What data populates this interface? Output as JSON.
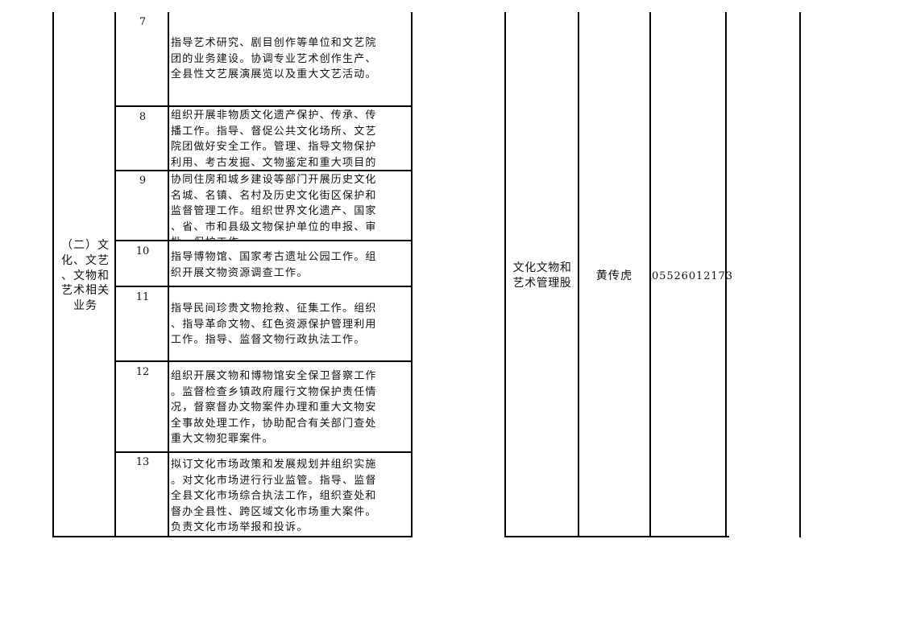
{
  "section": {
    "category_label": "（二）文\n化、文艺\n、文物和\n艺术相关\n业务"
  },
  "rows": [
    {
      "number": "7",
      "text": "指导艺术研究、剧目创作等单位和文艺院\n团的业务建设。协调专业艺术创作生产、\n全县性文艺展演展览以及重大文艺活动。"
    },
    {
      "number": "8",
      "text": "组织开展非物质文化遗产保护、传承、传\n播工作。指导、督促公共文化场所、文艺\n院团做好安全工作。管理、指导文物保护\n利用、考古发掘、文物鉴定和重大项目的"
    },
    {
      "number": "9",
      "text": "协同住房和城乡建设等部门开展历史文化\n名城、名镇、名村及历史文化街区保护和\n监督管理工作。组织世界文化遗产、国家\n、省、市和县级文物保护单位的申报、审\n批、保护工作。"
    },
    {
      "number": "10",
      "text": "指导博物馆、国家考古遗址公园工作。组\n织开展文物资源调查工作。"
    },
    {
      "number": "11",
      "text": "指导民间珍贵文物抢救、征集工作。组织\n、指导革命文物、红色资源保护管理利用\n工作。指导、监督文物行政执法工作。"
    },
    {
      "number": "12",
      "text": "组织开展文物和博物馆安全保卫督察工作\n。监督检查乡镇政府履行文物保护责任情\n况，督察督办文物案件办理和重大文物安\n全事故处理工作，协助配合有关部门查处\n重大文物犯罪案件。"
    },
    {
      "number": "13",
      "text": "拟订文化市场政策和发展规划并组织实施\n。对文化市场进行行业监管。指导、监督\n全县文化市场综合执法工作，组织查处和\n督办全县性、跨区域文化市场重大案件。\n负责文化市场举报和投诉。"
    }
  ],
  "responsible": {
    "department": "文化文物和\n艺术管理股",
    "person": "黄传虎",
    "phone": "05526012173"
  }
}
